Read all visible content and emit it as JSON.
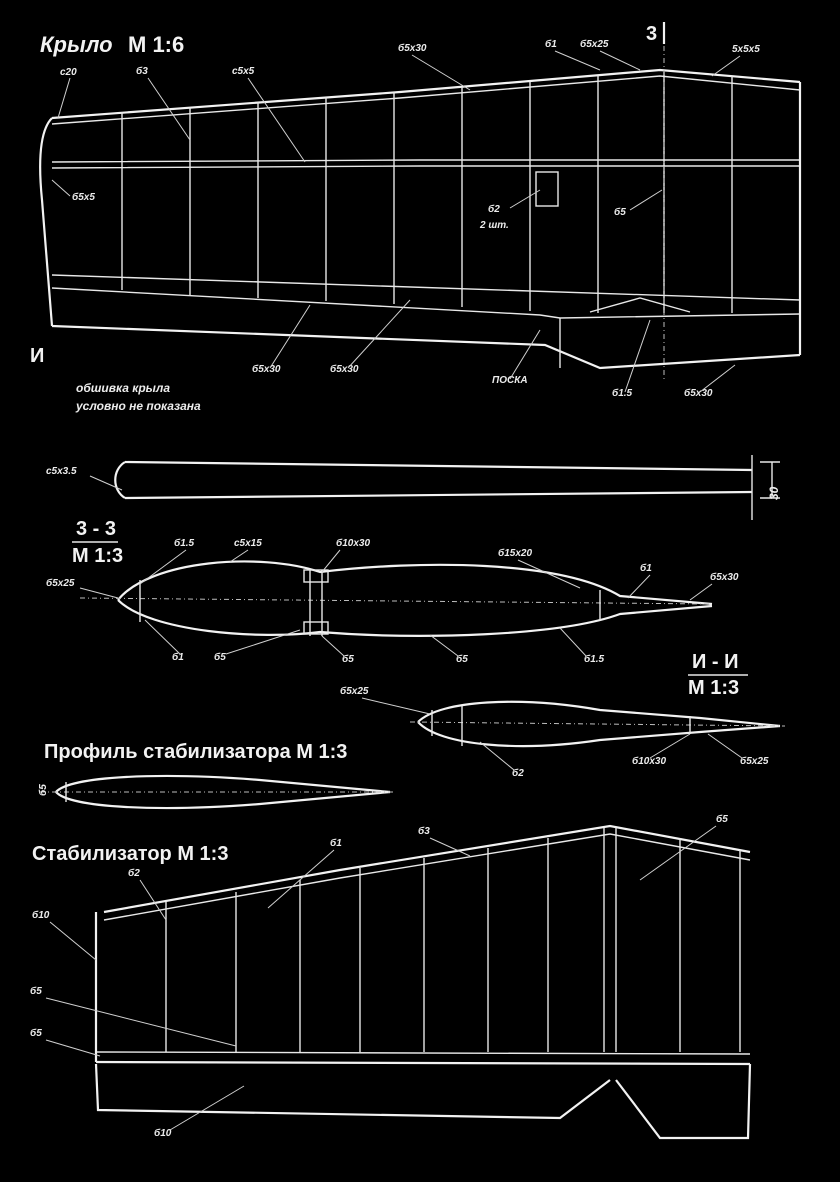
{
  "titles": {
    "wing": "Крыло",
    "wing_scale": "М 1:6",
    "section_33": "3 - 3",
    "section_33_scale": "М 1:3",
    "section_ii": "И - И",
    "section_ii_scale": "М 1:3",
    "stab_profile": "Профиль стабилизатора М 1:3",
    "stabilizer": "Стабилизатор М 1:3"
  },
  "wing_labels": {
    "l1": "с20",
    "l2": "б3",
    "l3": "с5х5",
    "l4": "б5х30",
    "l5": "б1",
    "l6": "б5х25",
    "l7": "5х5х5",
    "l8": "3",
    "l9": "б5х5",
    "l10": "б5",
    "l11": "б2",
    "l12": "2 шт.",
    "l13": "б5х30",
    "l14": "б5х30",
    "l15": "ПОСКА",
    "l16": "б1.5",
    "l17": "б5х30",
    "l18": "И",
    "note1": "обшивка крыла",
    "note2": "условно не показана"
  },
  "spar_labels": {
    "l1": "с5х3.5",
    "l2": "30"
  },
  "section_33_labels": {
    "l1": "б5х25",
    "l2": "б1.5",
    "l3": "с5х15",
    "l4": "б10х30",
    "l5": "б15х20",
    "l6": "б1",
    "l7": "б5х30",
    "l8": "б1",
    "l9": "б5",
    "l10": "б5",
    "l11": "б5",
    "l12": "б1.5"
  },
  "section_ii_labels": {
    "l1": "б5х25",
    "l2": "б2",
    "l3": "б10х30",
    "l4": "б5х25"
  },
  "stab_profile_labels": {
    "l1": "б5"
  },
  "stab_labels": {
    "l1": "б1",
    "l2": "б3",
    "l3": "б5",
    "l4": "б2",
    "l5": "б10",
    "l6": "б5",
    "l7": "б5",
    "l8": "б10"
  }
}
